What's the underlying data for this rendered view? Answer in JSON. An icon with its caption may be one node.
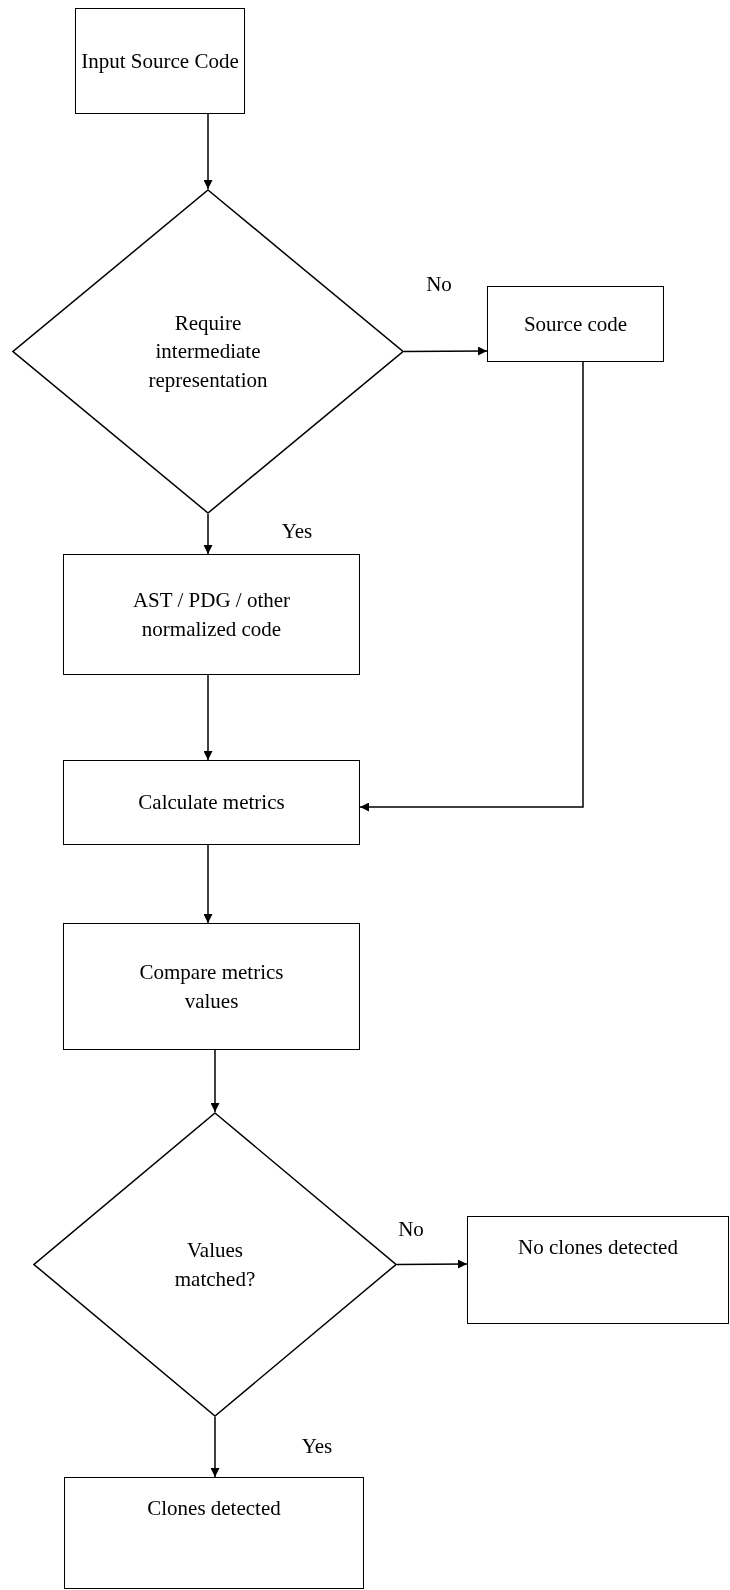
{
  "diagram": {
    "nodes": [
      {
        "text": [
          "Input Source Code"
        ]
      },
      {
        "text": [
          "Require intermediate representation"
        ]
      },
      {
        "text": [
          "Source code"
        ]
      },
      {
        "text": [
          "AST / PDG / other normalized code"
        ]
      },
      {
        "text": [
          "Calculate metrics"
        ]
      },
      {
        "text": [
          "Compare metrics values"
        ]
      },
      {
        "text": [
          "Values matched?"
        ]
      },
      {
        "text": [
          "No clones detected"
        ]
      },
      {
        "text": [
          "Clones detected"
        ]
      }
    ],
    "edges": [
      {
        "from": 0,
        "to": 1,
        "arrow": "to"
      },
      {
        "from": 1,
        "to": 2,
        "arrow": "to",
        "label": "No"
      },
      {
        "from": 1,
        "to": 3,
        "arrow": "to",
        "label": "Yes"
      },
      {
        "from": 3,
        "to": 4,
        "arrow": "to"
      },
      {
        "from": 2,
        "to": 4,
        "arrow": "to"
      },
      {
        "from": 4,
        "to": 5,
        "arrow": "to"
      },
      {
        "from": 5,
        "to": 6,
        "arrow": "to"
      },
      {
        "from": 6,
        "to": 7,
        "arrow": "to",
        "label": "No"
      },
      {
        "from": 6,
        "to": 8,
        "arrow": "to",
        "label": "Yes"
      }
    ]
  }
}
